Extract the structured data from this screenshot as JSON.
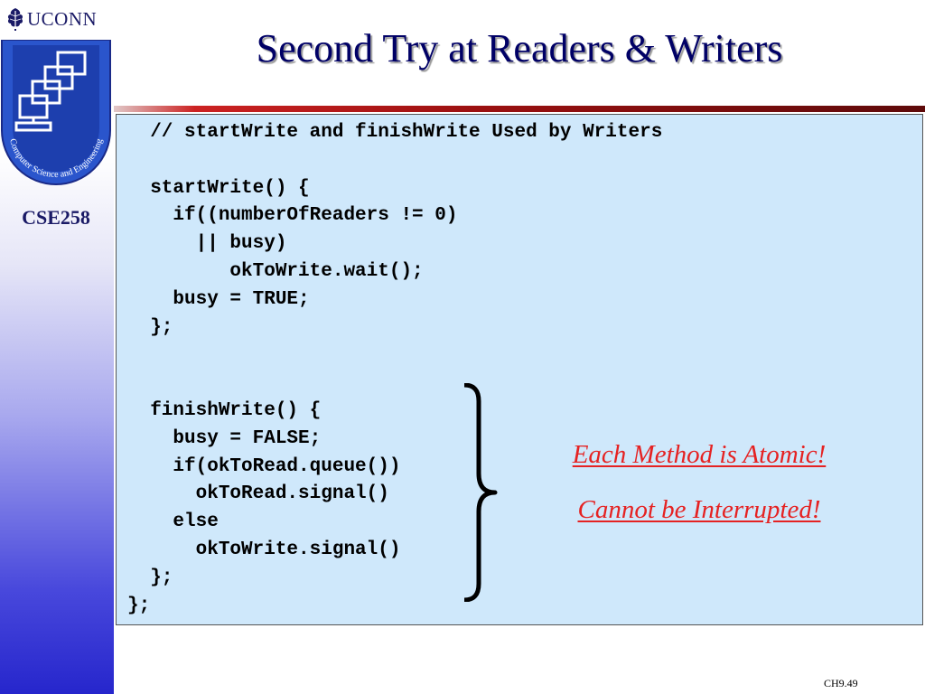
{
  "sidebar": {
    "brand": "UCONN",
    "logo_ring_text": "Computer Science and Engineering",
    "course": "CSE258"
  },
  "slide": {
    "title": "Second Try at Readers & Writers",
    "code_lines": [
      "  // startWrite and finishWrite Used by Writers",
      "",
      "  startWrite() {",
      "    if((numberOfReaders != 0)",
      "      || busy)",
      "         okToWrite.wait();",
      "    busy = TRUE;",
      "  };",
      "",
      "",
      "  finishWrite() {",
      "    busy = FALSE;",
      "    if(okToRead.queue())",
      "      okToRead.signal()",
      "    else",
      "      okToWrite.signal()",
      "  };",
      "};"
    ],
    "note_1": "Each Method is Atomic!",
    "note_2": "Cannot be Interrupted!",
    "page_number": "CH9.49"
  },
  "colors": {
    "title": "#000066",
    "code_background": "#cfe8fb",
    "note": "#e52222",
    "rule": "#9b1010"
  }
}
